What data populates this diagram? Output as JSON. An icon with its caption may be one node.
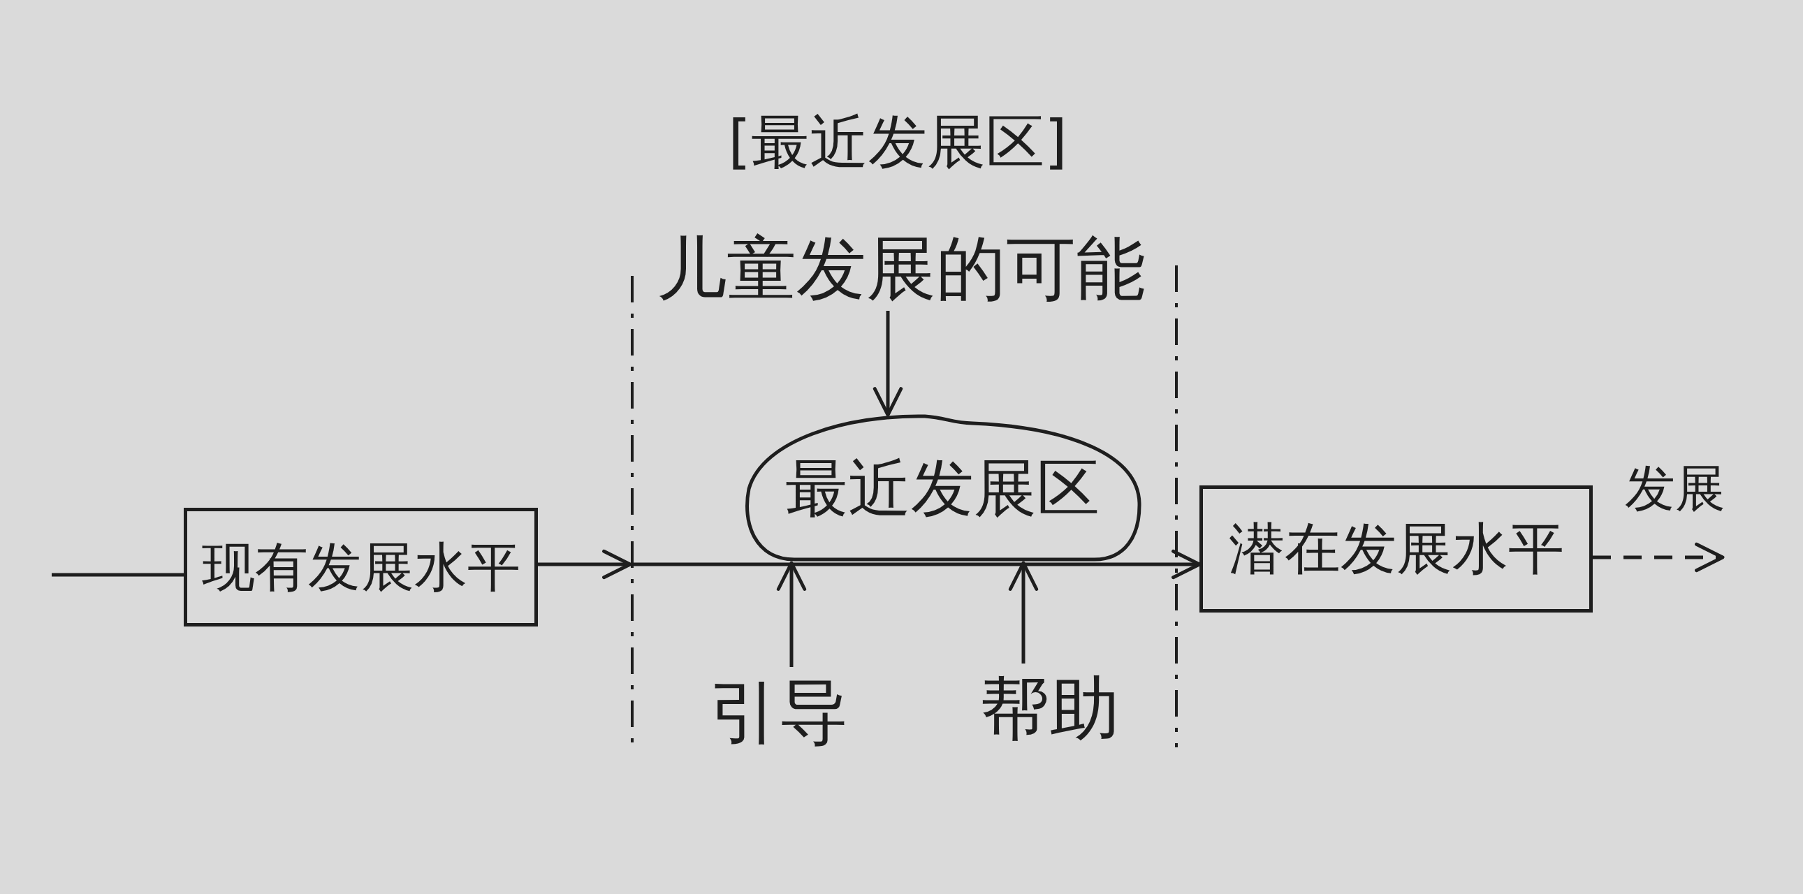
{
  "diagram": {
    "title": "[最近发展区]",
    "nodes": [
      {
        "text": [
          "现有发展水平"
        ]
      },
      {
        "text": [
          "儿童发展的可能"
        ]
      },
      {
        "text": [
          "最近发展区"
        ]
      },
      {
        "text": [
          "潜在发展水平"
        ]
      },
      {
        "text": [
          "引导"
        ]
      },
      {
        "text": [
          "帮助"
        ]
      }
    ],
    "edges": [
      {
        "from": null,
        "to": 0,
        "arrow": "none"
      },
      {
        "from": 0,
        "to": null,
        "arrow": "to"
      },
      {
        "from": null,
        "to": 3,
        "arrow": "to"
      },
      {
        "from": 1,
        "to": 2,
        "arrow": "to"
      },
      {
        "from": 4,
        "to": 2,
        "arrow": "to"
      },
      {
        "from": 5,
        "to": 2,
        "arrow": "to"
      },
      {
        "from": 3,
        "to": null,
        "arrow": "to",
        "label": "发展",
        "style": "dashed"
      }
    ]
  }
}
